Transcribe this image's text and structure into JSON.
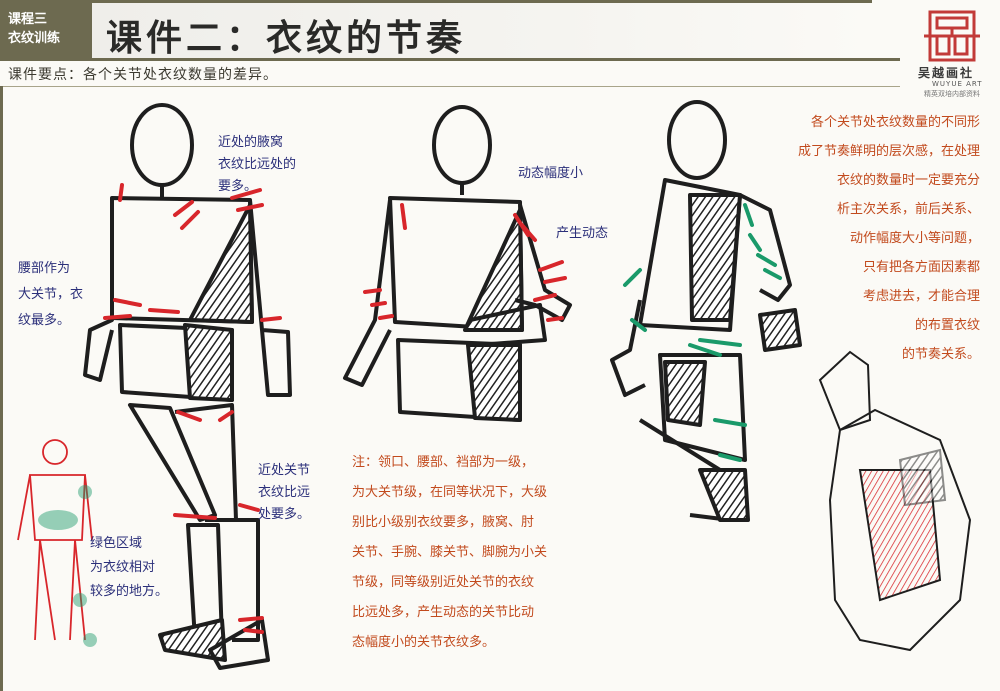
{
  "header": {
    "course_line1": "课程三",
    "course_line2": "衣纹训练",
    "title": "课件二：衣纹的节奏",
    "subtitle": "课件要点：各个关节处衣纹数量的差异。"
  },
  "brand": {
    "name": "吴越画社",
    "english": "WUYUE ART",
    "note": "精英双培内部资料"
  },
  "annotations": {
    "armpit_note": "近处的腋窝\n衣纹比远处的\n要多。",
    "waist_note": "腰部作为\n大关节，衣\n纹最多。",
    "knee_note": "近处关节\n衣纹比远\n处要多。",
    "small_motion_note": "动态幅度小",
    "motion_note": "产生动态",
    "green_area_note": "绿色区域\n为衣纹相对\n较多的地方。",
    "main_note": "注：领口、腰部、裆部为一级，\n为大关节级，在同等状况下，大级\n别比小级别衣纹要多，腋窝、肘\n关节、手腕、膝关节、脚腕为小关\n节级，同等级别近处关节的衣纹\n比远处多，产生动态的关节比动\n态幅度小的关节衣纹多。",
    "right_note": "各个关节处衣纹数量的不同形\n成了节奏鲜明的层次感，在处理\n衣纹的数量时一定要充分\n析主次关系，前后关系、\n动作幅度大小等问题，\n只有把各方面因素都\n考虑进去，才能合理\n的布置衣纹\n的节奏关系。"
  },
  "colors": {
    "frame": "#6d6a50",
    "blue_ink": "#2b2f7a",
    "orange_ink": "#c24a1d",
    "red_mark": "#d8262b",
    "green_mark": "#1a9a6a",
    "logo_red": "#c23a38"
  }
}
